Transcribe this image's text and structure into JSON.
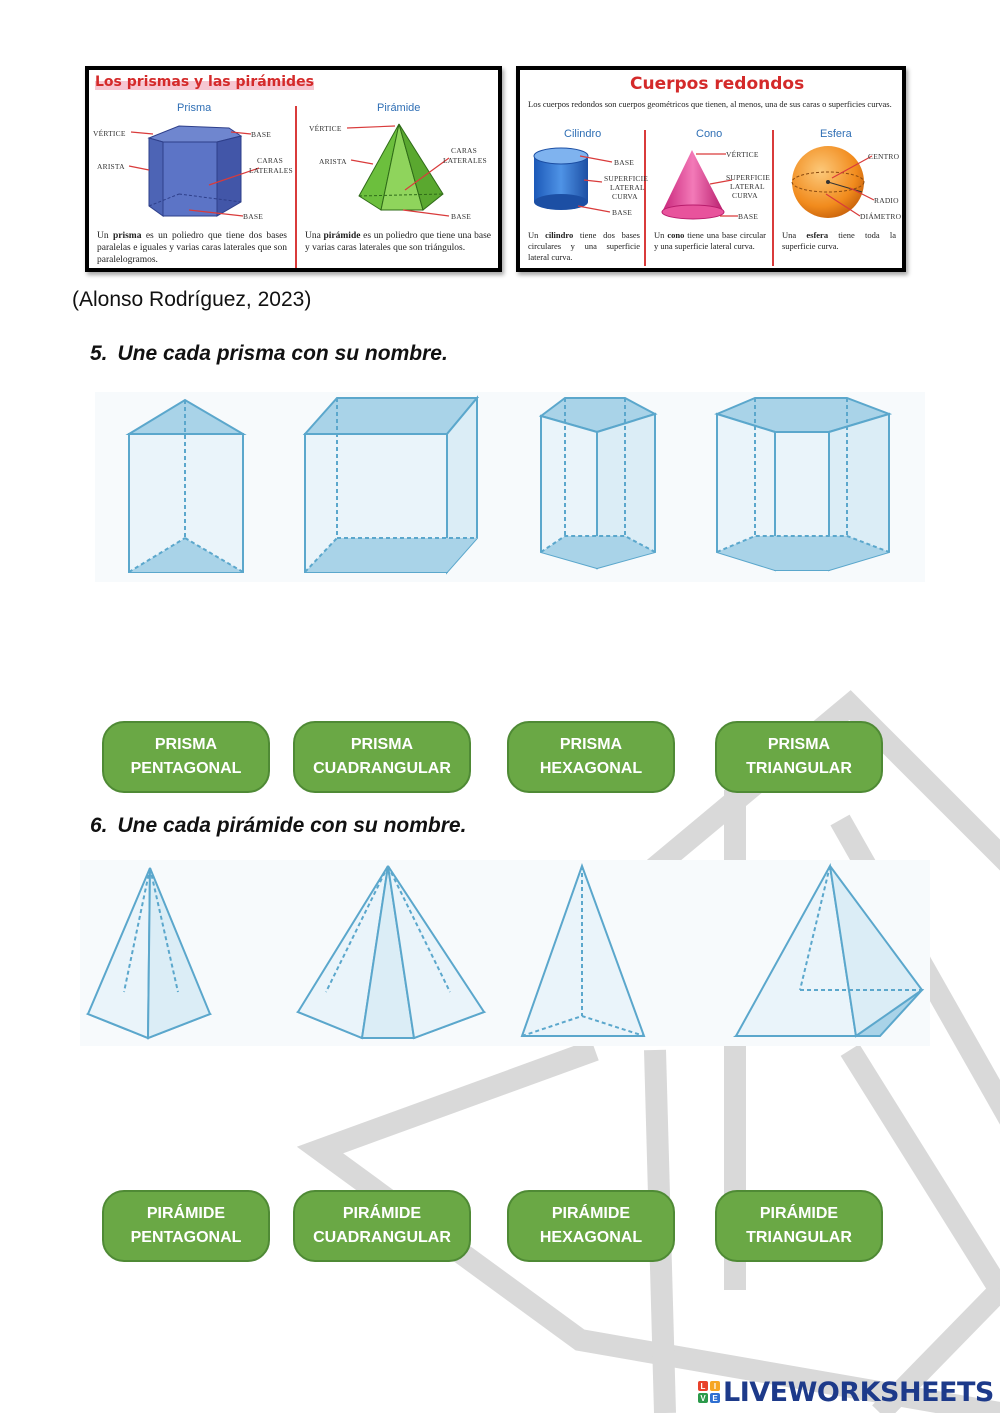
{
  "reference": {
    "left": {
      "title": "Los prismas y las pirámides",
      "prisma": {
        "subtitle": "Prisma",
        "labels": [
          "VÉRTICE",
          "BASE",
          "ARISTA",
          "CARAS",
          "LATERALES",
          "BASE"
        ],
        "desc_pre": "Un ",
        "desc_bold": "prisma",
        "desc_post": " es un poliedro que tiene dos bases paralelas e iguales y varias caras laterales que son paralelogramos."
      },
      "piramide": {
        "subtitle": "Pirámide",
        "labels": [
          "VÉRTICE",
          "ARISTA",
          "CARAS",
          "LATERALES",
          "BASE"
        ],
        "desc_pre": "Una ",
        "desc_bold": "pirámide",
        "desc_post": " es un poliedro que tiene una base y varias caras laterales que son triángulos."
      }
    },
    "right": {
      "title": "Cuerpos redondos",
      "intro": "Los cuerpos redondos son cuerpos geométricos que tienen, al menos, una de sus caras o superficies curvas.",
      "cilindro": {
        "subtitle": "Cilindro",
        "labels": [
          "BASE",
          "SUPERFICIE",
          "LATERAL",
          "CURVA",
          "BASE"
        ],
        "desc_pre": "Un ",
        "desc_bold": "cilindro",
        "desc_post": " tiene dos bases circulares y una superficie lateral curva."
      },
      "cono": {
        "subtitle": "Cono",
        "labels": [
          "VÉRTICE",
          "SUPERFICIE",
          "LATERAL",
          "CURVA",
          "BASE"
        ],
        "desc_pre": "Un ",
        "desc_bold": "cono",
        "desc_post": " tiene una base circular y una superficie lateral curva."
      },
      "esfera": {
        "subtitle": "Esfera",
        "labels": [
          "CENTRO",
          "RADIO",
          "DIÁMETRO"
        ],
        "desc_pre": "Una ",
        "desc_bold": "esfera",
        "desc_post": " tiene toda la superficie curva."
      }
    }
  },
  "citation": "(Alonso Rodríguez, 2023)",
  "q5": {
    "number": "5.",
    "text": "Une cada prisma con su nombre.",
    "options": [
      {
        "l1": "PRISMA",
        "l2": "PENTAGONAL"
      },
      {
        "l1": "PRISMA",
        "l2": "CUADRANGULAR"
      },
      {
        "l1": "PRISMA",
        "l2": "HEXAGONAL"
      },
      {
        "l1": "PRISMA",
        "l2": "TRIANGULAR"
      }
    ]
  },
  "q6": {
    "number": "6.",
    "text": "Une cada pirámide con su nombre.",
    "options": [
      {
        "l1": "PIRÁMIDE",
        "l2": "PENTAGONAL"
      },
      {
        "l1": "PIRÁMIDE",
        "l2": "CUADRANGULAR"
      },
      {
        "l1": "PIRÁMIDE",
        "l2": "HEXAGONAL"
      },
      {
        "l1": "PIRÁMIDE",
        "l2": "TRIANGULAR"
      }
    ]
  },
  "logo": {
    "grid": [
      "L",
      "I",
      "V",
      "E"
    ],
    "text": "LIVEWORKSHEETS"
  },
  "colors": {
    "button_fill": "#6aa845",
    "button_border": "#4f8a35",
    "shape_fill": "#a9d3e8",
    "shape_stroke": "#5ba7cc",
    "title_red": "#d42a2a",
    "logo_blue": "#1d3a8a"
  }
}
